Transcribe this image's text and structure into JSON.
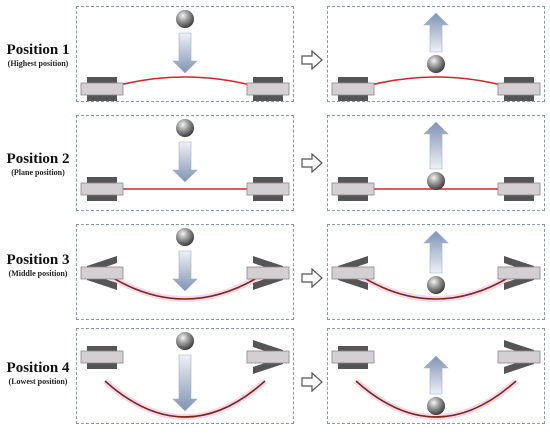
{
  "positions": [
    {
      "title": "Position 1",
      "subtitle": "(Highest position)"
    },
    {
      "title": "Position 2",
      "subtitle": "(Plane position)"
    },
    {
      "title": "Position 3",
      "subtitle": "(Middle position)"
    },
    {
      "title": "Position 4",
      "subtitle": "(Lowest position)"
    }
  ],
  "colors": {
    "panel_border": "#8a9aa8",
    "string_taut": "#d8202a",
    "string_slack": "#7a2a12",
    "clamp_dark": "#555555",
    "clamp_light": "#d4cfd2",
    "arrow_fill": "#8ea2c0",
    "highlight": "#f3c6e8"
  },
  "icons": {
    "ball": "sphere-icon",
    "impact_arrow": "arrow-down-icon",
    "rebound_arrow": "arrow-up-icon",
    "transition_arrow": "hollow-arrow-right-icon",
    "clamp": "clamp-icon"
  }
}
